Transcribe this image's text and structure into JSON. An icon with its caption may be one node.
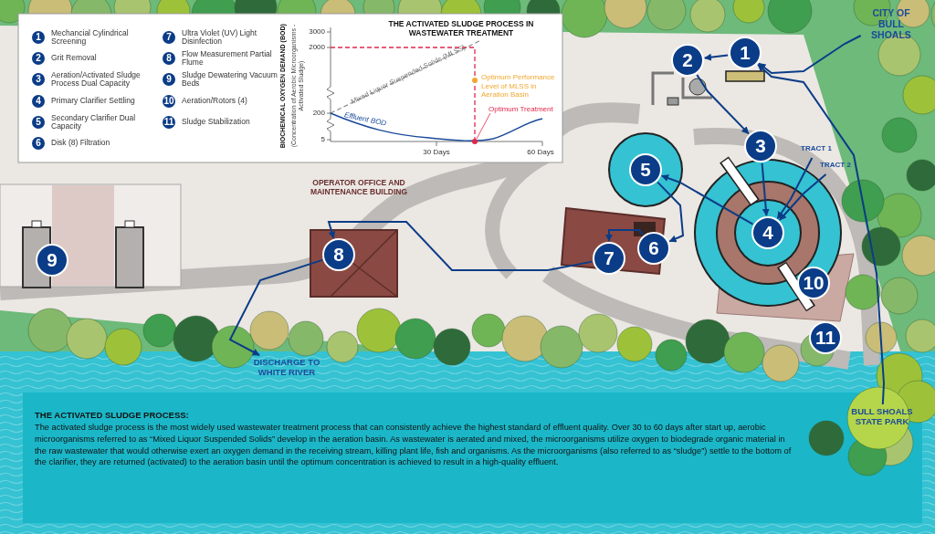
{
  "diagram": {
    "nodes": [
      {
        "text": [
          "1"
        ],
        "beside": [
          "Mechancial Cylindrical Screening"
        ]
      },
      {
        "text": [
          "2"
        ],
        "beside": [
          "Grit Removal"
        ]
      },
      {
        "text": [
          "3"
        ],
        "beside": [
          "Aeration/Activated Sludge Process Dual Capacity"
        ]
      },
      {
        "text": [
          "4"
        ],
        "beside": [
          "Primary Clarifier Settling"
        ]
      },
      {
        "text": [
          "5"
        ],
        "beside": [
          "Secondary Clarifier Dual Capacity"
        ]
      },
      {
        "text": [
          "6"
        ],
        "beside": [
          "Disk (8) Filtration"
        ]
      },
      {
        "text": [
          "7"
        ],
        "beside": [
          "Ultra Violet (UV) Light Disinfection"
        ]
      },
      {
        "text": [
          "8"
        ],
        "beside": [
          "Flow Measurement Partial Flume"
        ]
      },
      {
        "text": [
          "9"
        ],
        "beside": [
          "Sludge Dewatering Vacuum Beds"
        ]
      },
      {
        "text": [
          "10"
        ],
        "beside": [
          "Aeration/Rotors (4)"
        ]
      },
      {
        "text": [
          "11"
        ],
        "beside": [
          "Sludge Stabilization"
        ]
      },
      {
        "text": [
          "CITY OF BULL SHOALS"
        ]
      },
      {
        "text": [
          "1"
        ]
      },
      {
        "text": [
          "2"
        ]
      },
      {
        "text": [
          "3"
        ]
      },
      {
        "text": [
          "TRACT 1"
        ]
      },
      {
        "text": [
          "TRACT 2"
        ]
      },
      {
        "text": [
          "4"
        ]
      },
      {
        "text": [
          "5"
        ]
      },
      {
        "text": [
          "6"
        ]
      },
      {
        "text": [
          "7"
        ]
      },
      {
        "text": [
          "8"
        ]
      },
      {
        "text": [
          "9"
        ]
      },
      {
        "text": [
          "10"
        ]
      },
      {
        "text": [
          "11"
        ]
      },
      {
        "text": [
          "DISCHARGE TO WHITE RIVER"
        ]
      },
      {
        "text": [
          "BULL SHOALS STATE PARK"
        ]
      }
    ],
    "edges": [
      {
        "from": 11,
        "to": 12,
        "arrow": "to"
      },
      {
        "from": 26,
        "to": 12,
        "arrow": "to"
      },
      {
        "from": 12,
        "to": 13,
        "arrow": "to"
      },
      {
        "from": 13,
        "to": 14,
        "arrow": "to"
      },
      {
        "from": 14,
        "to": 17,
        "arrow": "to"
      },
      {
        "from": 15,
        "to": 17,
        "arrow": "to"
      },
      {
        "from": 16,
        "to": 17,
        "arrow": "to"
      },
      {
        "from": 17,
        "to": 18,
        "arrow": "to"
      },
      {
        "from": 18,
        "to": 19,
        "arrow": "to"
      },
      {
        "from": 19,
        "to": 20,
        "arrow": "to"
      },
      {
        "from": 20,
        "to": 21,
        "arrow": "to"
      },
      {
        "from": 21,
        "to": 25,
        "arrow": "to"
      }
    ],
    "labels": [
      "THE ACTIVATED SLUDGE PROCESS IN WASTEWATER TREATMENT",
      "BIOCHEMICAL OXYGEN DEMAND (BOD)",
      "(Concentration of Aerobic Microorganisms - Activated Sludge)",
      "3000",
      "2000",
      "200",
      "5",
      "Mixed Liquor Suspended Solids (MLSS)",
      "Optimum Performance Level of MLSS in Aeration Basin",
      "Optimum Treatment",
      "Effluent BOD",
      "30 Days",
      "60 Days",
      "OPERATOR OFFICE AND MAINTENANCE BUILDING",
      "THE ACTIVATED SLUDGE PROCESS:",
      "The activated sludge process is the most widely used wastewater treatment process that can consistently achieve the highest standard of effluent quality. Over 30 to 60 days after start up, aerobic microorganisms referred to as “Mixed Liquor Suspended Solids” develop in the aeration basin. As wastewater is aerated and mixed, the microorganisms utilize oxygen to biodegrade organic material in the raw wastewater that would otherwise exert an oxygen demand in the receiving stream, killing plant life, fish and organisms. As the microorganisms (also referred to as “sludge”) settle to the bottom of the clarifier, they are returned (activated) to the aeration basin until the optimum concentration is achieved to result in a high-quality effluent."
    ]
  }
}
